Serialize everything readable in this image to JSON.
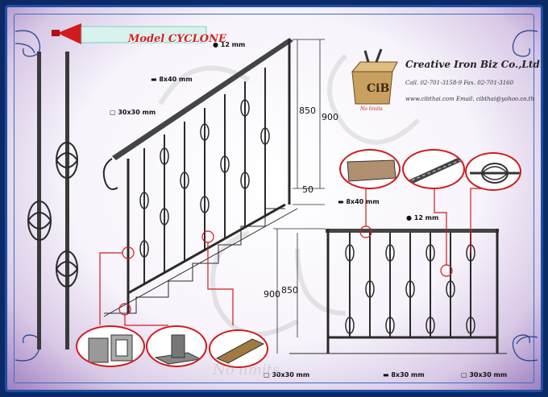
{
  "model": {
    "prefix": "Model",
    "name": "CYCLONE"
  },
  "company": {
    "name": "Creative Iron Biz Co.,Ltd.",
    "contact": "Call. 02-701-3158-9 Fax. 02-701-3160",
    "web": "www.cibthai.com Email. cibthai@yahoo.co.th",
    "logo_text": "CiB",
    "logo_tag": "No limits"
  },
  "dimensions": {
    "stair_bar_dia": "12 mm",
    "stair_flat": "8x40 mm",
    "stair_post": "30x30 mm",
    "stair_h1": "850",
    "stair_h2": "900",
    "stair_base": "50",
    "rail_flat": "8x40 mm",
    "rail_bar_dia": "12 mm",
    "rail_h1": "900",
    "rail_h2": "850",
    "rail_post_left": "30x30 mm",
    "rail_bottom_flat": "8x30 mm",
    "rail_post_right": "30x30 mm"
  },
  "watermark": "No limits",
  "colors": {
    "frame": "#1d4fa8",
    "accent_red": "#d01c1c",
    "iron": "#2a2a2a"
  }
}
